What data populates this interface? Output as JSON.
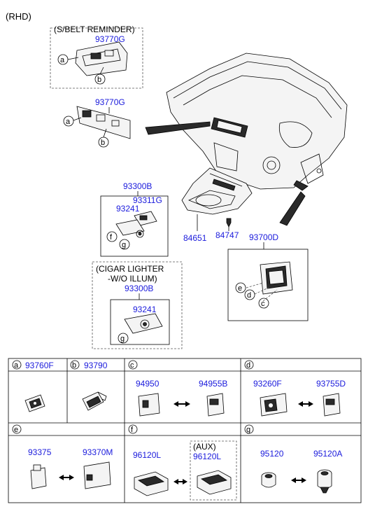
{
  "header": {
    "variant": "(RHD)"
  },
  "seatbelt_box": {
    "title": "(S/BELT REMINDER)",
    "part": "93770G",
    "callout_a": "a",
    "callout_b": "b"
  },
  "switch_panel": {
    "part": "93770G",
    "callout_a": "a",
    "callout_b": "b"
  },
  "console_box": {
    "part": "93300B",
    "sub_part_1": "93311G",
    "sub_part_2": "93241",
    "callout_f": "f",
    "callout_g": "g"
  },
  "cigar_box": {
    "title_line1": "(CIGAR LIGHTER",
    "title_line2": "-W/O ILLUM)",
    "part": "93300B",
    "sub_part": "93241",
    "callout_g": "g"
  },
  "console_parts": {
    "tray": "84651",
    "clip": "84747"
  },
  "dash_switch_box": {
    "part": "93700D",
    "callout_c": "c",
    "callout_d": "d",
    "callout_e": "e"
  },
  "table": {
    "row1": [
      {
        "letter": "a",
        "code": "93760F"
      },
      {
        "letter": "b",
        "code": "93790"
      },
      {
        "letter": "c",
        "left": "94950",
        "right": "94955B"
      },
      {
        "letter": "d",
        "left": "93260F",
        "right": "93755D"
      }
    ],
    "row2": [
      {
        "letter": "e",
        "left": "93375",
        "right": "93370M"
      },
      {
        "letter": "f",
        "left": "96120L",
        "aux_label": "(AUX)",
        "right": "96120L"
      },
      {
        "letter": "g",
        "left": "95120",
        "right": "95120A"
      }
    ]
  }
}
